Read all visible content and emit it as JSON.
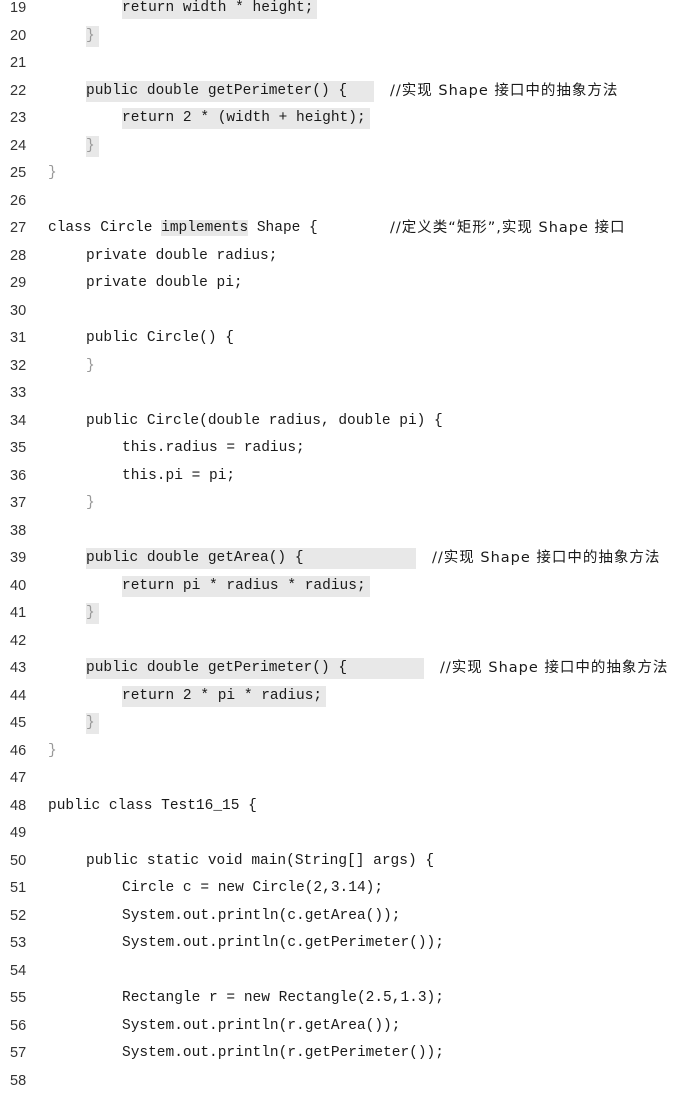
{
  "lines": [
    {
      "n": "19",
      "indent": 2,
      "code": "return width * height;",
      "hl": true
    },
    {
      "n": "20",
      "indent": 1,
      "code": "}",
      "hl": true,
      "brace": true
    },
    {
      "n": "21",
      "indent": 0,
      "code": ""
    },
    {
      "n": "22",
      "indent": 1,
      "code": "public double getPerimeter() {",
      "hl": true,
      "comment": "//实现 Shape 接口中的抽象方法",
      "commentX": 390
    },
    {
      "n": "23",
      "indent": 2,
      "code": "return 2 * (width + height);",
      "hl": true
    },
    {
      "n": "24",
      "indent": 1,
      "code": "}",
      "hl": true,
      "brace": true
    },
    {
      "n": "25",
      "indent": 0,
      "code": "}",
      "brace": true
    },
    {
      "n": "26",
      "indent": 0,
      "code": ""
    },
    {
      "n": "27",
      "indent": 0,
      "code_pre": "class Circle ",
      "code_hl": "implements",
      "code_post": " Shape {",
      "comment": "//定义类“矩形”,实现 Shape 接口",
      "commentX": 390
    },
    {
      "n": "28",
      "indent": 1,
      "code": "private double radius;"
    },
    {
      "n": "29",
      "indent": 1,
      "code": "private double pi;"
    },
    {
      "n": "30",
      "indent": 0,
      "code": ""
    },
    {
      "n": "31",
      "indent": 1,
      "code": "public Circle() {"
    },
    {
      "n": "32",
      "indent": 1,
      "code": "}",
      "brace": true
    },
    {
      "n": "33",
      "indent": 0,
      "code": ""
    },
    {
      "n": "34",
      "indent": 1,
      "code": "public Circle(double radius, double pi) {"
    },
    {
      "n": "35",
      "indent": 2,
      "code": "this.radius = radius;"
    },
    {
      "n": "36",
      "indent": 2,
      "code": "this.pi = pi;"
    },
    {
      "n": "37",
      "indent": 1,
      "code": "}",
      "brace": true
    },
    {
      "n": "38",
      "indent": 0,
      "code": ""
    },
    {
      "n": "39",
      "indent": 1,
      "code": "public double getArea() {",
      "hl": true,
      "comment": "//实现 Shape 接口中的抽象方法",
      "commentX": 432
    },
    {
      "n": "40",
      "indent": 2,
      "code": "return pi * radius * radius;",
      "hl": true
    },
    {
      "n": "41",
      "indent": 1,
      "code": "}",
      "hl": true,
      "brace": true
    },
    {
      "n": "42",
      "indent": 0,
      "code": ""
    },
    {
      "n": "43",
      "indent": 1,
      "code": "public double getPerimeter() {",
      "hl": true,
      "comment": "//实现 Shape 接口中的抽象方法",
      "commentX": 440
    },
    {
      "n": "44",
      "indent": 2,
      "code": "return 2 * pi * radius;",
      "hl": true
    },
    {
      "n": "45",
      "indent": 1,
      "code": "}",
      "hl": true,
      "brace": true
    },
    {
      "n": "46",
      "indent": 0,
      "code": "}",
      "brace": true
    },
    {
      "n": "47",
      "indent": 0,
      "code": ""
    },
    {
      "n": "48",
      "indent": 0,
      "code": "public class Test16_15 {"
    },
    {
      "n": "49",
      "indent": 0,
      "code": ""
    },
    {
      "n": "50",
      "indent": 1,
      "code": "public static void main(String[] args) {"
    },
    {
      "n": "51",
      "indent": 2,
      "code": "Circle c = new Circle(2,3.14);"
    },
    {
      "n": "52",
      "indent": 2,
      "code": "System.out.println(c.getArea());"
    },
    {
      "n": "53",
      "indent": 2,
      "code": "System.out.println(c.getPerimeter());"
    },
    {
      "n": "54",
      "indent": 0,
      "code": ""
    },
    {
      "n": "55",
      "indent": 2,
      "code": "Rectangle r = new Rectangle(2.5,1.3);"
    },
    {
      "n": "56",
      "indent": 2,
      "code": "System.out.println(r.getArea());"
    },
    {
      "n": "57",
      "indent": 2,
      "code": "System.out.println(r.getPerimeter());"
    },
    {
      "n": "58",
      "indent": 0,
      "code": ""
    }
  ]
}
